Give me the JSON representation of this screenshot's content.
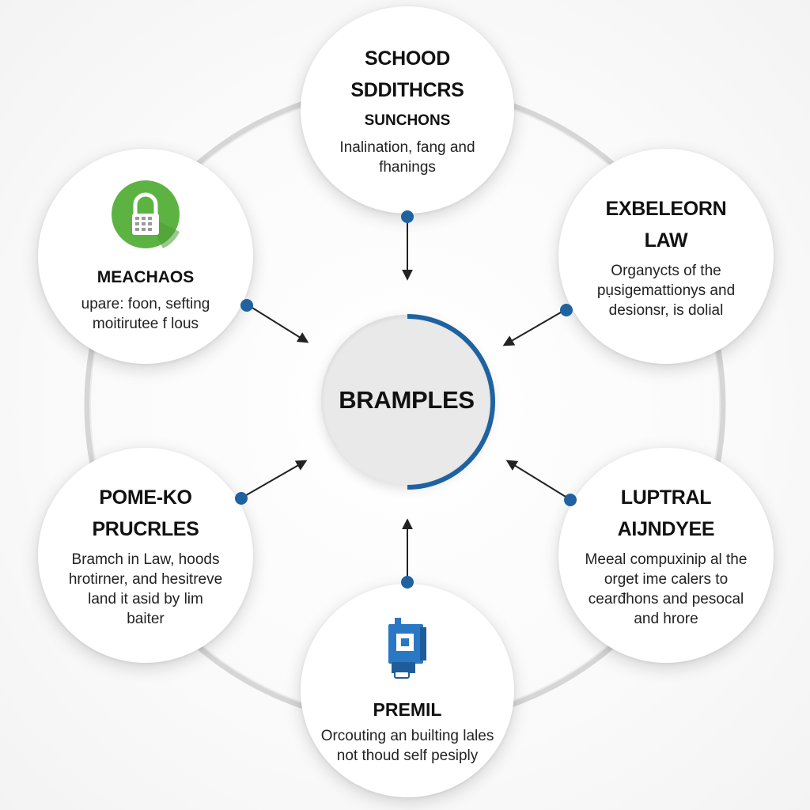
{
  "center": {
    "title": "BRAMPLES"
  },
  "nodes": {
    "top": {
      "title": "SCHOOD",
      "title2": "SDDITHCRS",
      "subtitle": "SUNCHONS",
      "desc": [
        "Inalination, fang and",
        "fhanings"
      ]
    },
    "top_left": {
      "icon": "lock-icon",
      "title": "MEACHAOS",
      "desc": [
        "upare: foon, sefting",
        "moitirutee f lous"
      ]
    },
    "top_right": {
      "title": "EXBELEORN",
      "title2": "LAW",
      "desc": [
        "Organycts of the",
        "pụsigemattionys and",
        "desionsr, is dolial"
      ]
    },
    "bottom_left": {
      "title": "POME-KO",
      "title2": "PRUCRLES",
      "desc": [
        "Bramch in Law, hoods",
        "hrotirner, and hesitreve",
        "land it asid by lim",
        "baiter"
      ]
    },
    "bottom_right": {
      "title": "LUPTRAL",
      "title2": "AIJNDYEE",
      "desc": [
        "Meeal compuxinip al the",
        "orget ime calers to",
        "cearđhons and pesocal",
        "and hrore"
      ]
    },
    "bottom": {
      "icon": "building-icon",
      "title": "PREMIL",
      "desc": [
        "Orcouting an builting lales",
        "not thoud self pesiply"
      ]
    }
  },
  "colors": {
    "accent_blue": "#1e62a0",
    "icon_green": "#5db342",
    "icon_blue": "#2a78c4",
    "ring": "#d6d6d6",
    "arrow": "#222222"
  }
}
